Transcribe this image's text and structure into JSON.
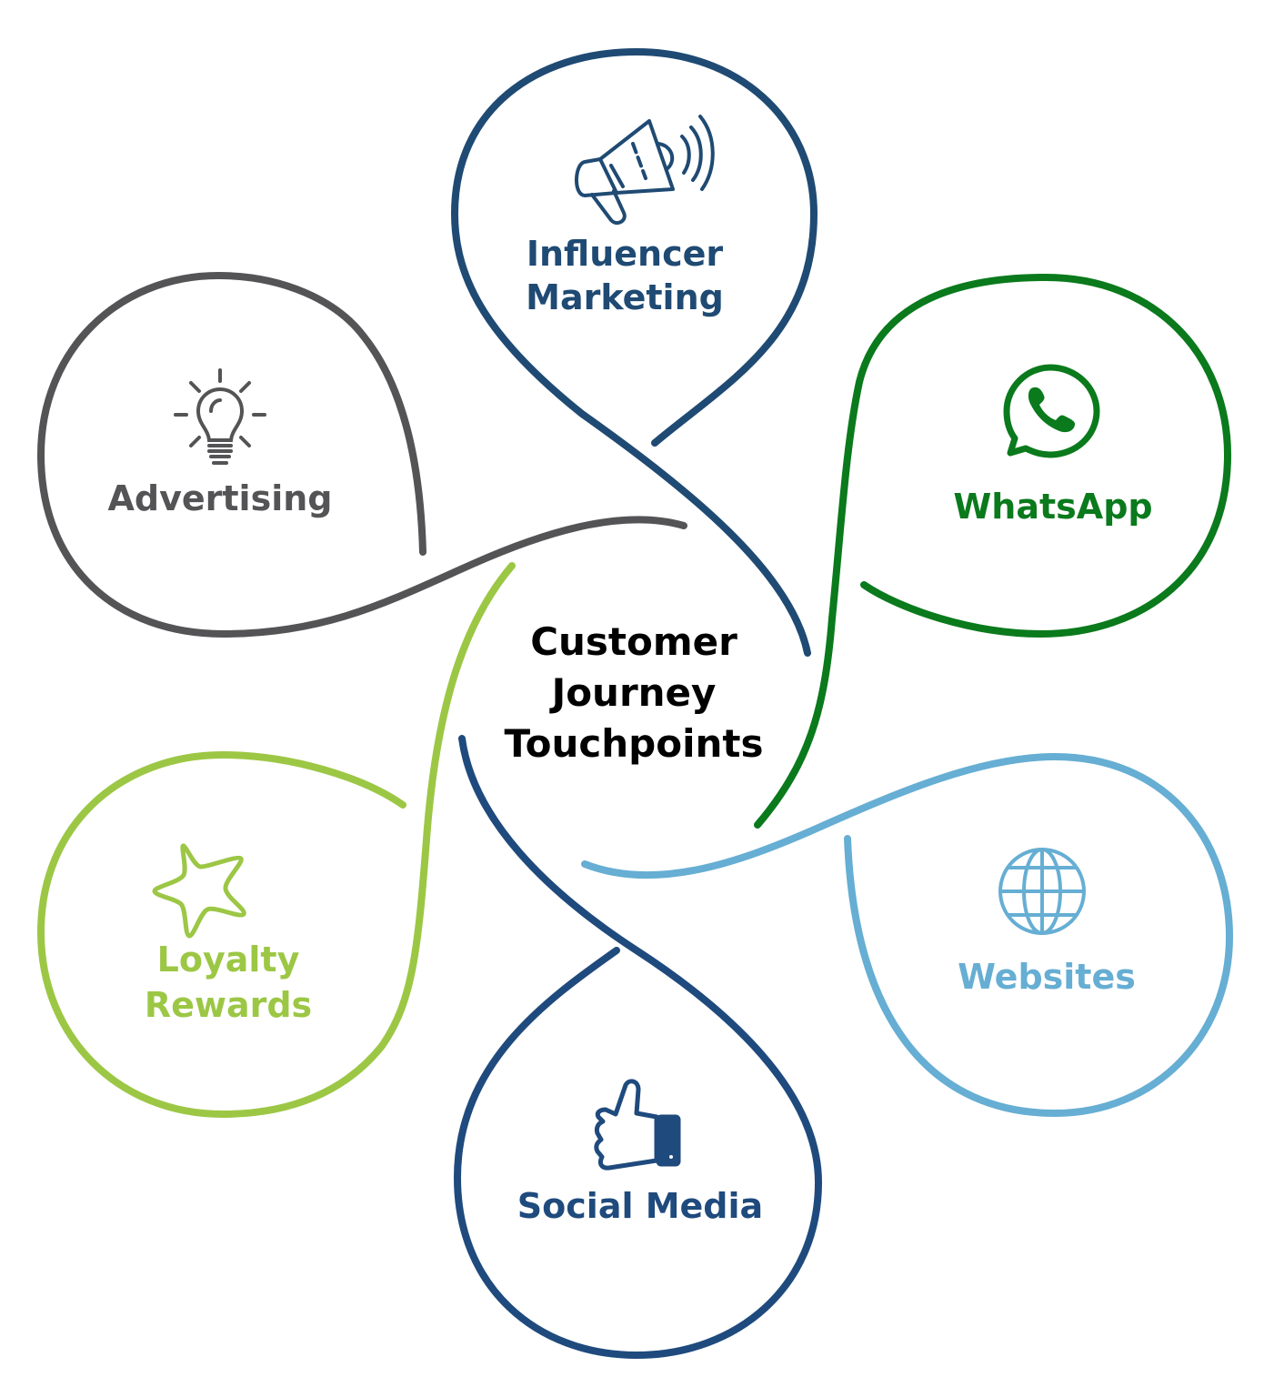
{
  "center": {
    "line1": "Customer",
    "line2": "Journey",
    "line3": "Touchpoints"
  },
  "petals": {
    "influencer": {
      "line1": "Influencer",
      "line2": "Marketing",
      "color": "#1f4a73",
      "icon": "megaphone-icon"
    },
    "whatsapp": {
      "line1": "WhatsApp",
      "color": "#0a7a1c",
      "icon": "whatsapp-icon"
    },
    "websites": {
      "line1": "Websites",
      "color": "#66aed3",
      "icon": "globe-icon"
    },
    "social": {
      "line1": "Social Media",
      "color": "#1f4a7d",
      "icon": "thumbs-up-icon"
    },
    "loyalty": {
      "line1": "Loyalty",
      "line2": "Rewards",
      "color": "#9cc745",
      "icon": "star-icon"
    },
    "advertising": {
      "line1": "Advertising",
      "color": "#545456",
      "icon": "lightbulb-icon"
    }
  }
}
